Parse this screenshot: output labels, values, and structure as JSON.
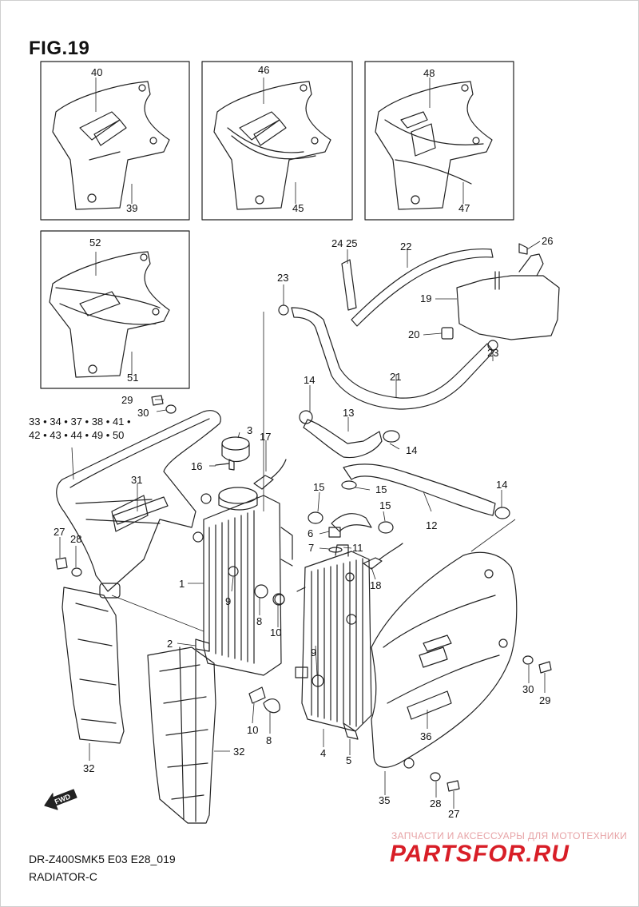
{
  "figure": {
    "title": "FIG.19",
    "model_line": "DR-Z400SMK5  E03  E28_019",
    "section": "RADIATOR-C"
  },
  "watermark": {
    "tagline": "ЗАПЧАСТИ И АКСЕССУАРЫ ДЛЯ МОТОТЕХНИКИ",
    "logo": "PARTSFOR.RU",
    "color": "#d81e27"
  },
  "labels": {
    "p40": "40",
    "p39": "39",
    "p46": "46",
    "p45": "45",
    "p48": "48",
    "p47": "47",
    "p52": "52",
    "p51": "51",
    "p24_25": "24  25",
    "p22": "22",
    "p26": "26",
    "p23a": "23",
    "p19": "19",
    "p20": "20",
    "p23b": "23",
    "p21": "21",
    "p14a": "14",
    "p13": "13",
    "p14b": "14",
    "p29a": "29",
    "p30a": "30",
    "p_set1": "33 • 34 • 37 • 38 • 41 •",
    "p_set2": "42 • 43 • 44 • 49 • 50",
    "p3": "3",
    "p17": "17",
    "p16": "16",
    "p31": "31",
    "p15a": "15",
    "p15b": "15",
    "p14c": "14",
    "p12": "12",
    "p15c": "15",
    "p27a": "27",
    "p28a": "28",
    "p6": "6",
    "p7": "7",
    "p11": "11",
    "p1": "1",
    "p9a": "9",
    "p18": "18",
    "p8a": "8",
    "p10a": "10",
    "p2": "2",
    "p9b": "9",
    "p30b": "30",
    "p29b": "29",
    "p10b": "10",
    "p8b": "8",
    "p36": "36",
    "p32a": "32",
    "p4": "4",
    "p5": "5",
    "p32b": "32",
    "p35": "35",
    "p28b": "28",
    "p27b": "27"
  },
  "fwd_label": "FWD",
  "icons": [
    "fwd-arrow-icon"
  ]
}
